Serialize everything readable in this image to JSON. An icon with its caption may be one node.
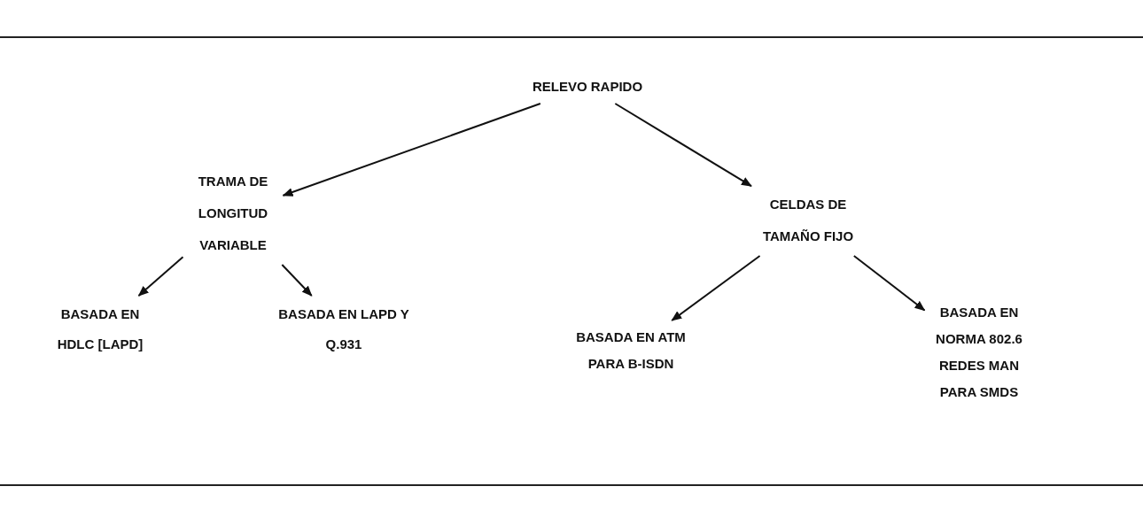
{
  "diagram": {
    "nodes": [
      {
        "text": [
          "RELEVO RAPIDO"
        ]
      },
      {
        "text": [
          "TRAMA DE LONGITUD VARIABLE"
        ]
      },
      {
        "text": [
          "CELDAS DE TAMAÑO FIJO"
        ]
      },
      {
        "text": [
          "BASADA EN HDLC [LAPD]"
        ]
      },
      {
        "text": [
          "BASADA EN LAPD Y Q.931"
        ]
      },
      {
        "text": [
          "BASADA EN ATM PARA B-ISDN"
        ]
      },
      {
        "text": [
          "BASADA EN NORMA 802.6 REDES MAN PARA SMDS"
        ]
      }
    ],
    "edges": [
      {
        "from": 0,
        "to": 1,
        "arrow": "to"
      },
      {
        "from": 0,
        "to": 2,
        "arrow": "to"
      },
      {
        "from": 1,
        "to": 3,
        "arrow": "to"
      },
      {
        "from": 1,
        "to": 4,
        "arrow": "to"
      },
      {
        "from": 2,
        "to": 5,
        "arrow": "to"
      },
      {
        "from": 2,
        "to": 6,
        "arrow": "to"
      }
    ]
  }
}
